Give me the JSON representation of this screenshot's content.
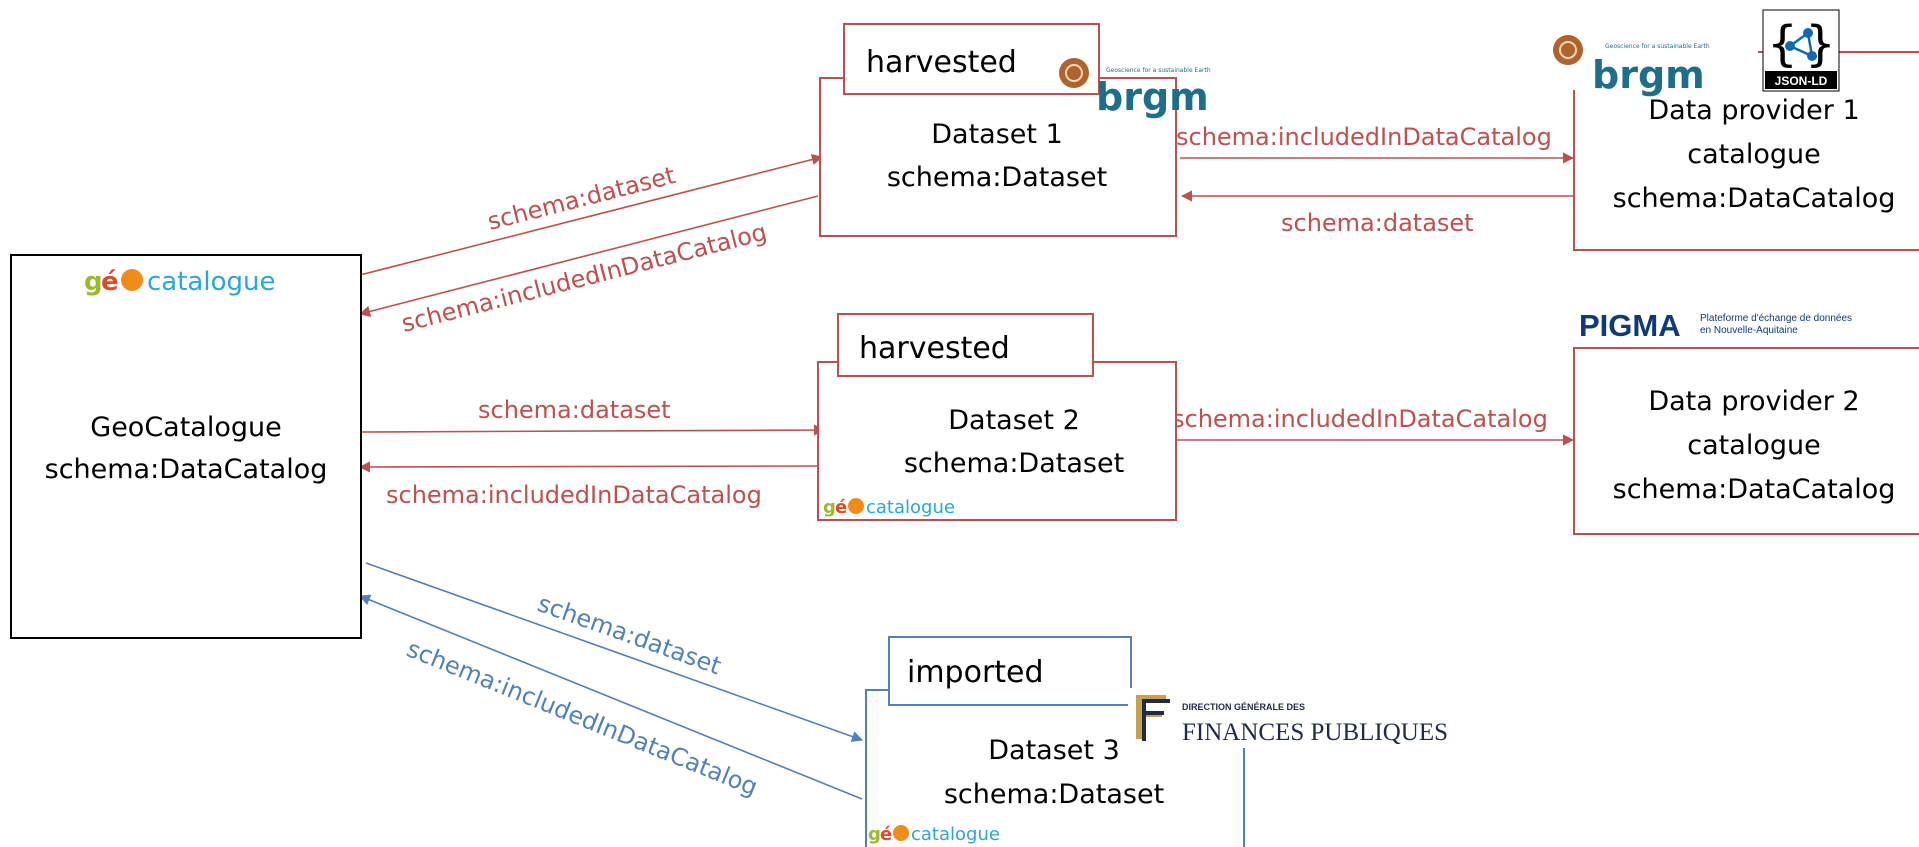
{
  "colors": {
    "harvested_edge": "#c0504d",
    "imported_edge": "#4f81bd",
    "geo_catalogue_box_border": "#000000"
  },
  "nodes": {
    "geocatalogue": {
      "line1": "GeoCatalogue",
      "line2": "schema:DataCatalog",
      "logo": "catalogue"
    },
    "dataset1": {
      "tag": "harvested",
      "line1": "Dataset 1",
      "line2": "schema:Dataset"
    },
    "dataset2": {
      "tag": "harvested",
      "line1": "Dataset 2",
      "line2": "schema:Dataset",
      "logo": "catalogue"
    },
    "dataset3": {
      "tag": "imported",
      "line1": "Dataset 3",
      "line2": "schema:Dataset",
      "logo": "catalogue"
    },
    "provider1": {
      "line1": "Data provider 1",
      "line2": "catalogue",
      "line3": "schema:DataCatalog"
    },
    "provider2": {
      "line1": "Data provider 2",
      "line2": "catalogue",
      "line3": "schema:DataCatalog"
    }
  },
  "edges": {
    "geo_to_ds1": "schema:dataset",
    "ds1_to_geo": "schema:includedInDataCatalog",
    "ds1_to_prov1": "schema:includedInDataCatalog",
    "prov1_to_ds1": "schema:dataset",
    "geo_to_ds2": "schema:dataset",
    "ds2_to_geo": "schema:includedInDataCatalog",
    "ds2_to_prov2": "schema:includedInDataCatalog",
    "geo_to_ds3": "schema:dataset",
    "ds3_to_geo": "schema:includedInDataCatalog"
  },
  "logos": {
    "brgm": {
      "word": "brgm",
      "tagline": "Geoscience for a sustainable Earth"
    },
    "pigma": {
      "word": "PIGMA",
      "tagline_1": "Plateforme d'échange de données",
      "tagline_2": "en Nouvelle-Aquitaine"
    },
    "dgfip": {
      "line1": "DIRECTION GÉNÉRALE DES",
      "line2": "FINANCES PUBLIQUES"
    },
    "jsonld": {
      "label": "JSON-LD"
    },
    "geocatalogue": {
      "g": "g",
      "e": "é",
      "word": "catalogue"
    }
  }
}
